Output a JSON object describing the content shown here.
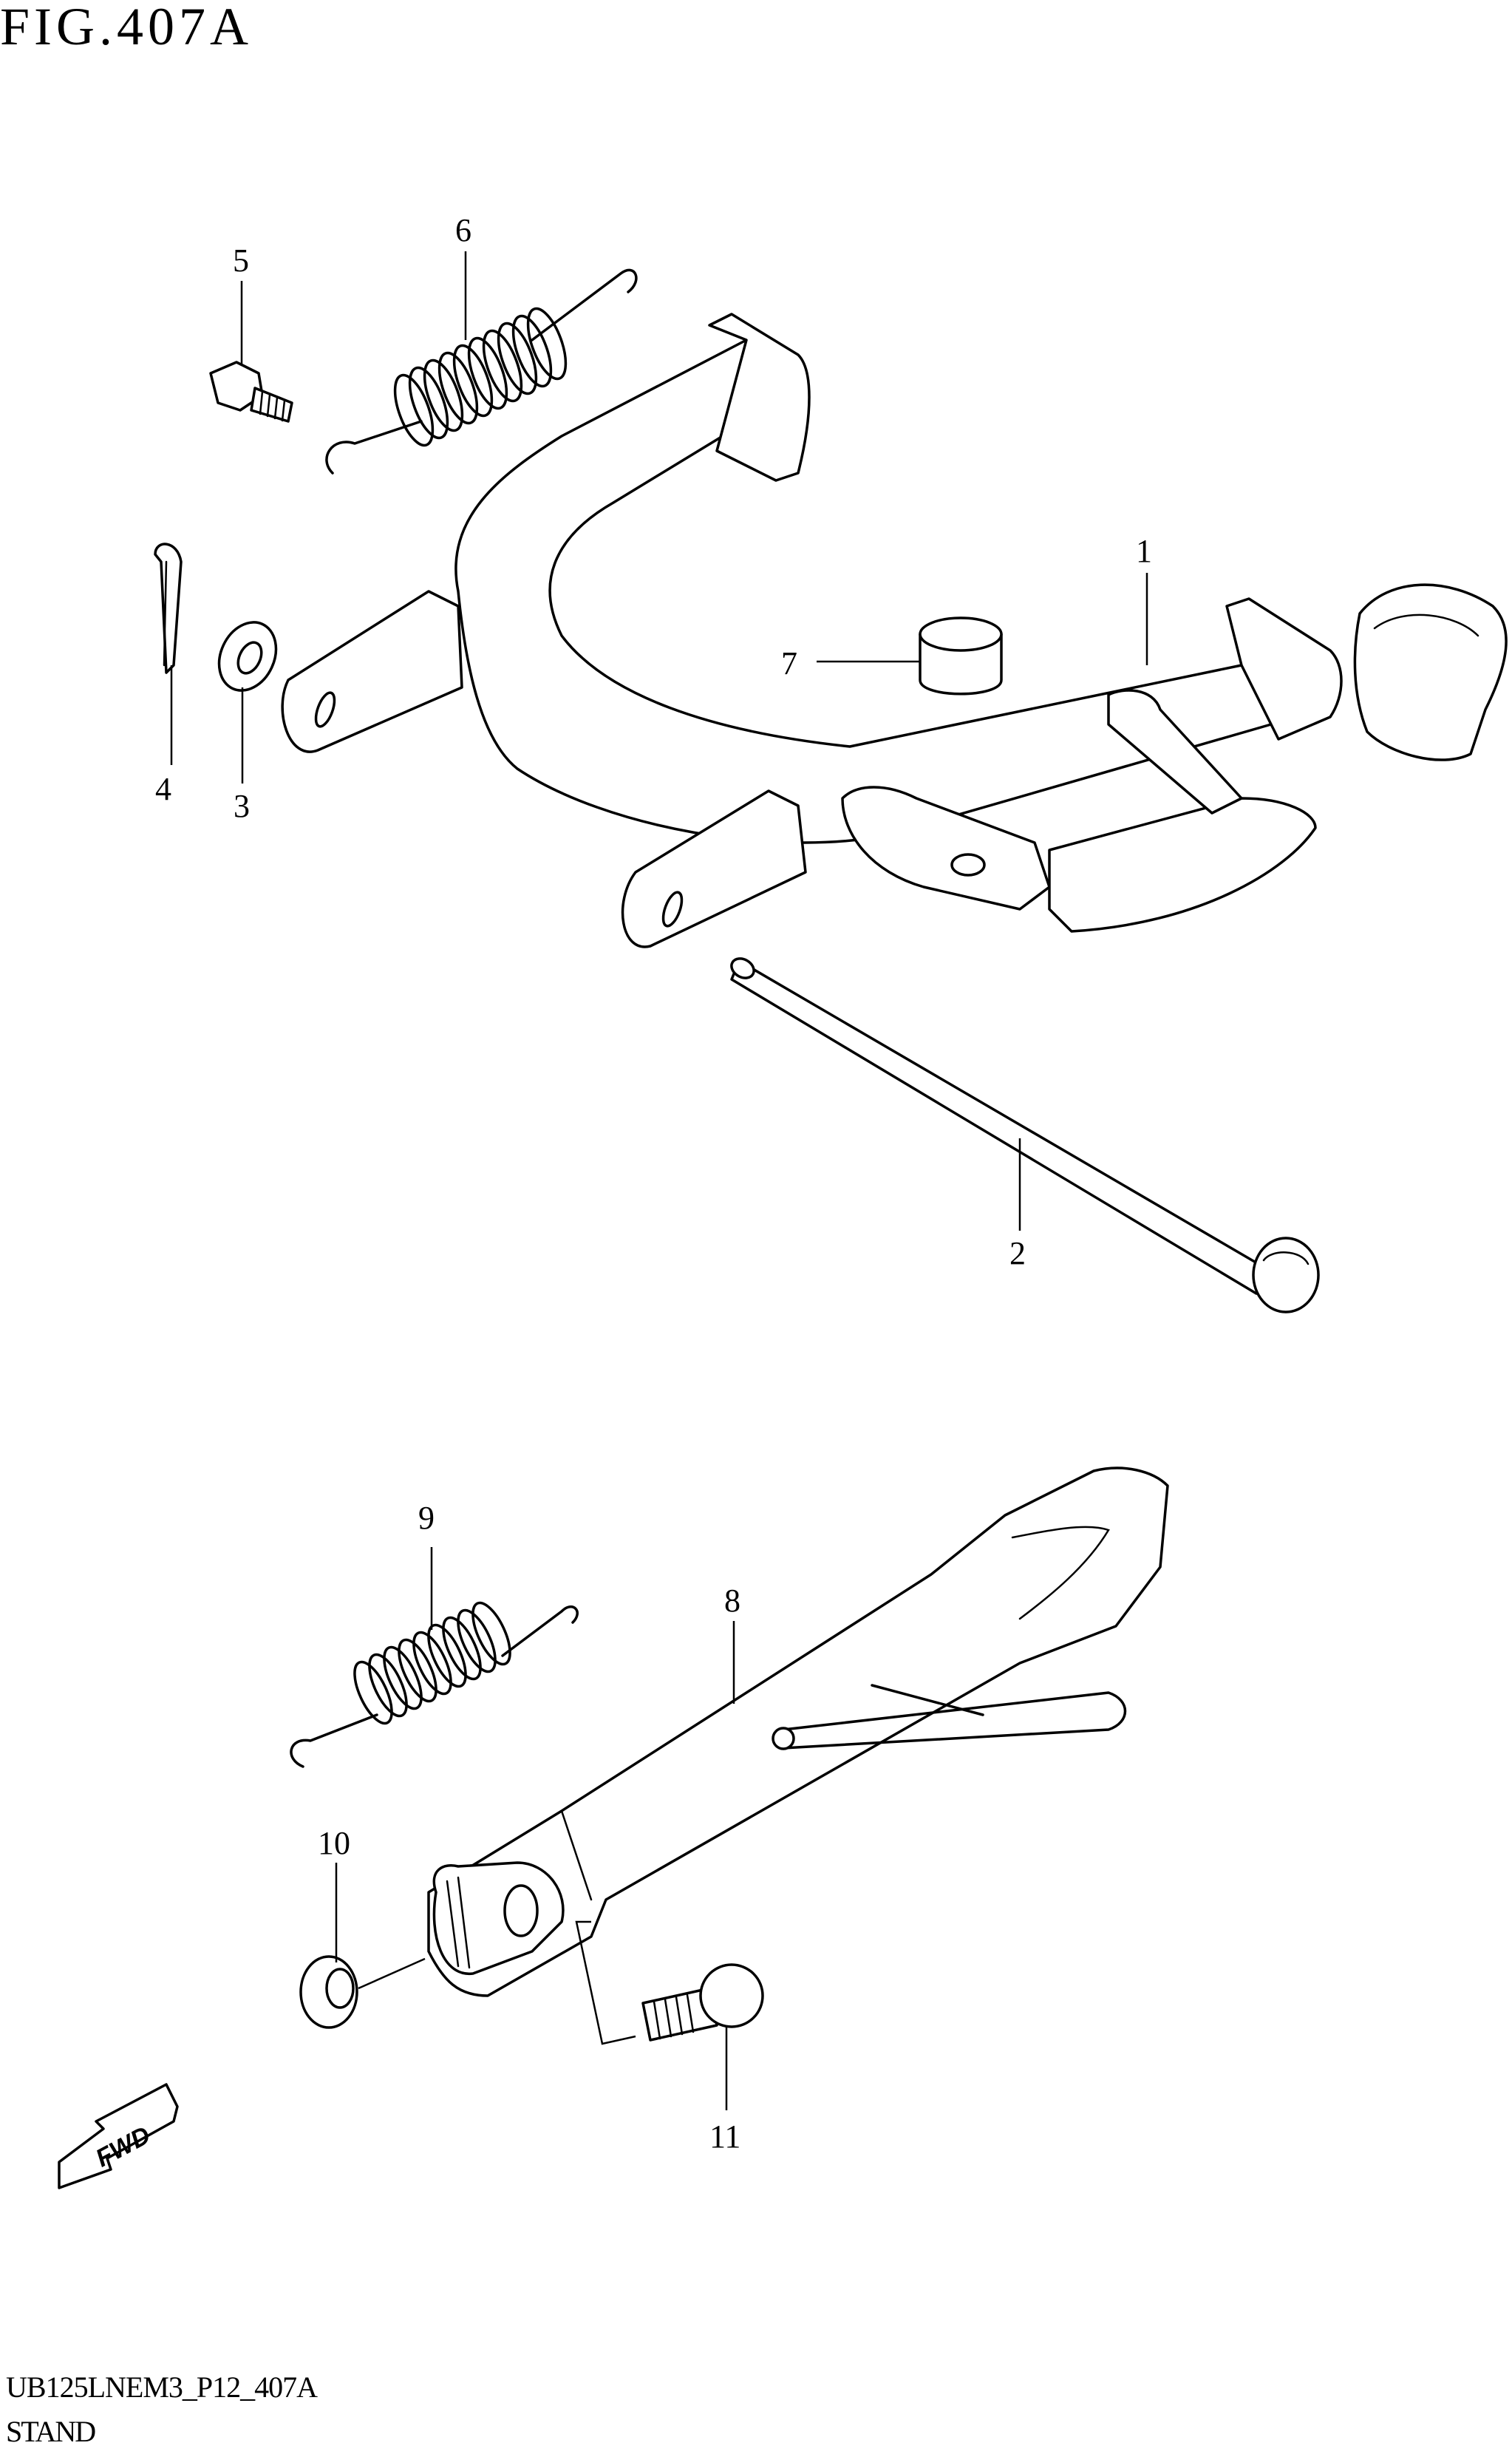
{
  "figure": {
    "title": "FIG.407A",
    "code": "UB125LNEM3_P12_407A",
    "caption": "STAND"
  },
  "callouts": [
    "1",
    "2",
    "3",
    "4",
    "5",
    "6",
    "7",
    "8",
    "9",
    "10",
    "11"
  ],
  "fwd_label": "FWD"
}
